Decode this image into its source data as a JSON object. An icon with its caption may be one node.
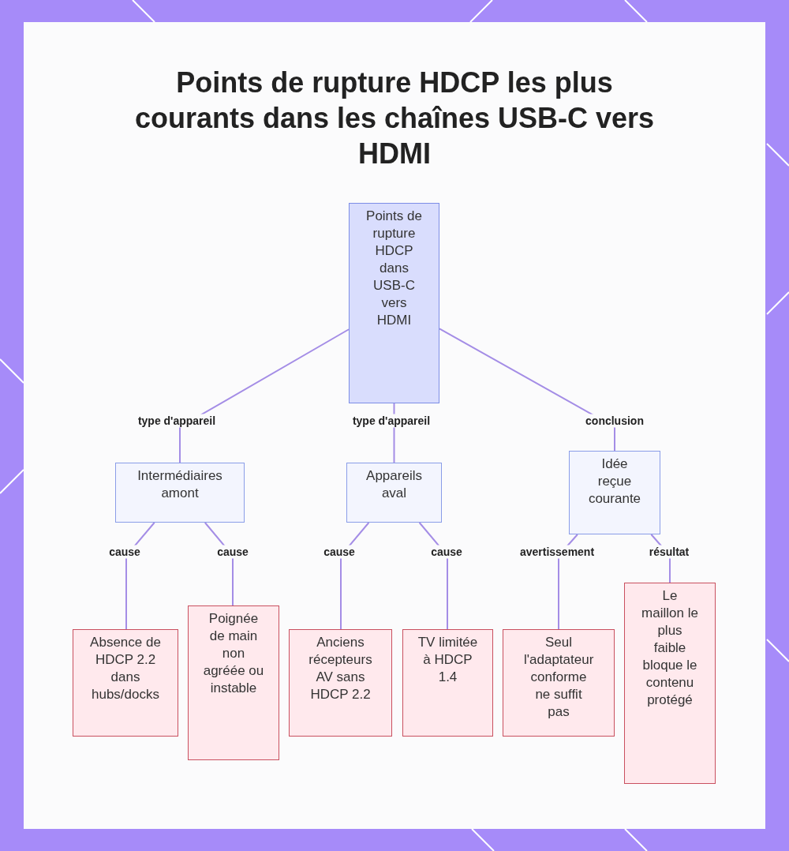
{
  "diagram": {
    "title": "Points de rupture HDCP les plus courants dans les chaînes USB-C vers HDMI",
    "nodes": [
      {
        "text": [
          "Points de rupture HDCP dans USB-C vers HDMI"
        ]
      },
      {
        "text": [
          "Intermédiaires amont"
        ]
      },
      {
        "text": [
          "Appareils aval"
        ]
      },
      {
        "text": [
          "Idée reçue courante"
        ]
      },
      {
        "text": [
          "Absence de HDCP 2.2 dans hubs/docks"
        ]
      },
      {
        "text": [
          "Poignée de main non agréée ou instable"
        ]
      },
      {
        "text": [
          "Anciens récepteurs AV sans HDCP 2.2"
        ]
      },
      {
        "text": [
          "TV limitée à HDCP 1.4"
        ]
      },
      {
        "text": [
          "Seul l'adaptateur conforme ne suffit pas"
        ]
      },
      {
        "text": [
          "Le maillon le plus faible bloque le contenu protégé"
        ]
      }
    ],
    "edges": [
      {
        "from": 0,
        "to": 1,
        "arrow": "none",
        "label": "type d'appareil"
      },
      {
        "from": 0,
        "to": 2,
        "arrow": "none",
        "label": "type d'appareil"
      },
      {
        "from": 0,
        "to": 3,
        "arrow": "none",
        "label": "conclusion"
      },
      {
        "from": 1,
        "to": 4,
        "arrow": "none",
        "label": "cause"
      },
      {
        "from": 1,
        "to": 5,
        "arrow": "none",
        "label": "cause"
      },
      {
        "from": 2,
        "to": 6,
        "arrow": "none",
        "label": "cause"
      },
      {
        "from": 2,
        "to": 7,
        "arrow": "none",
        "label": "cause"
      },
      {
        "from": 3,
        "to": 8,
        "arrow": "none",
        "label": "avertissement"
      },
      {
        "from": 3,
        "to": 9,
        "arrow": "none",
        "label": "résultat"
      }
    ]
  }
}
